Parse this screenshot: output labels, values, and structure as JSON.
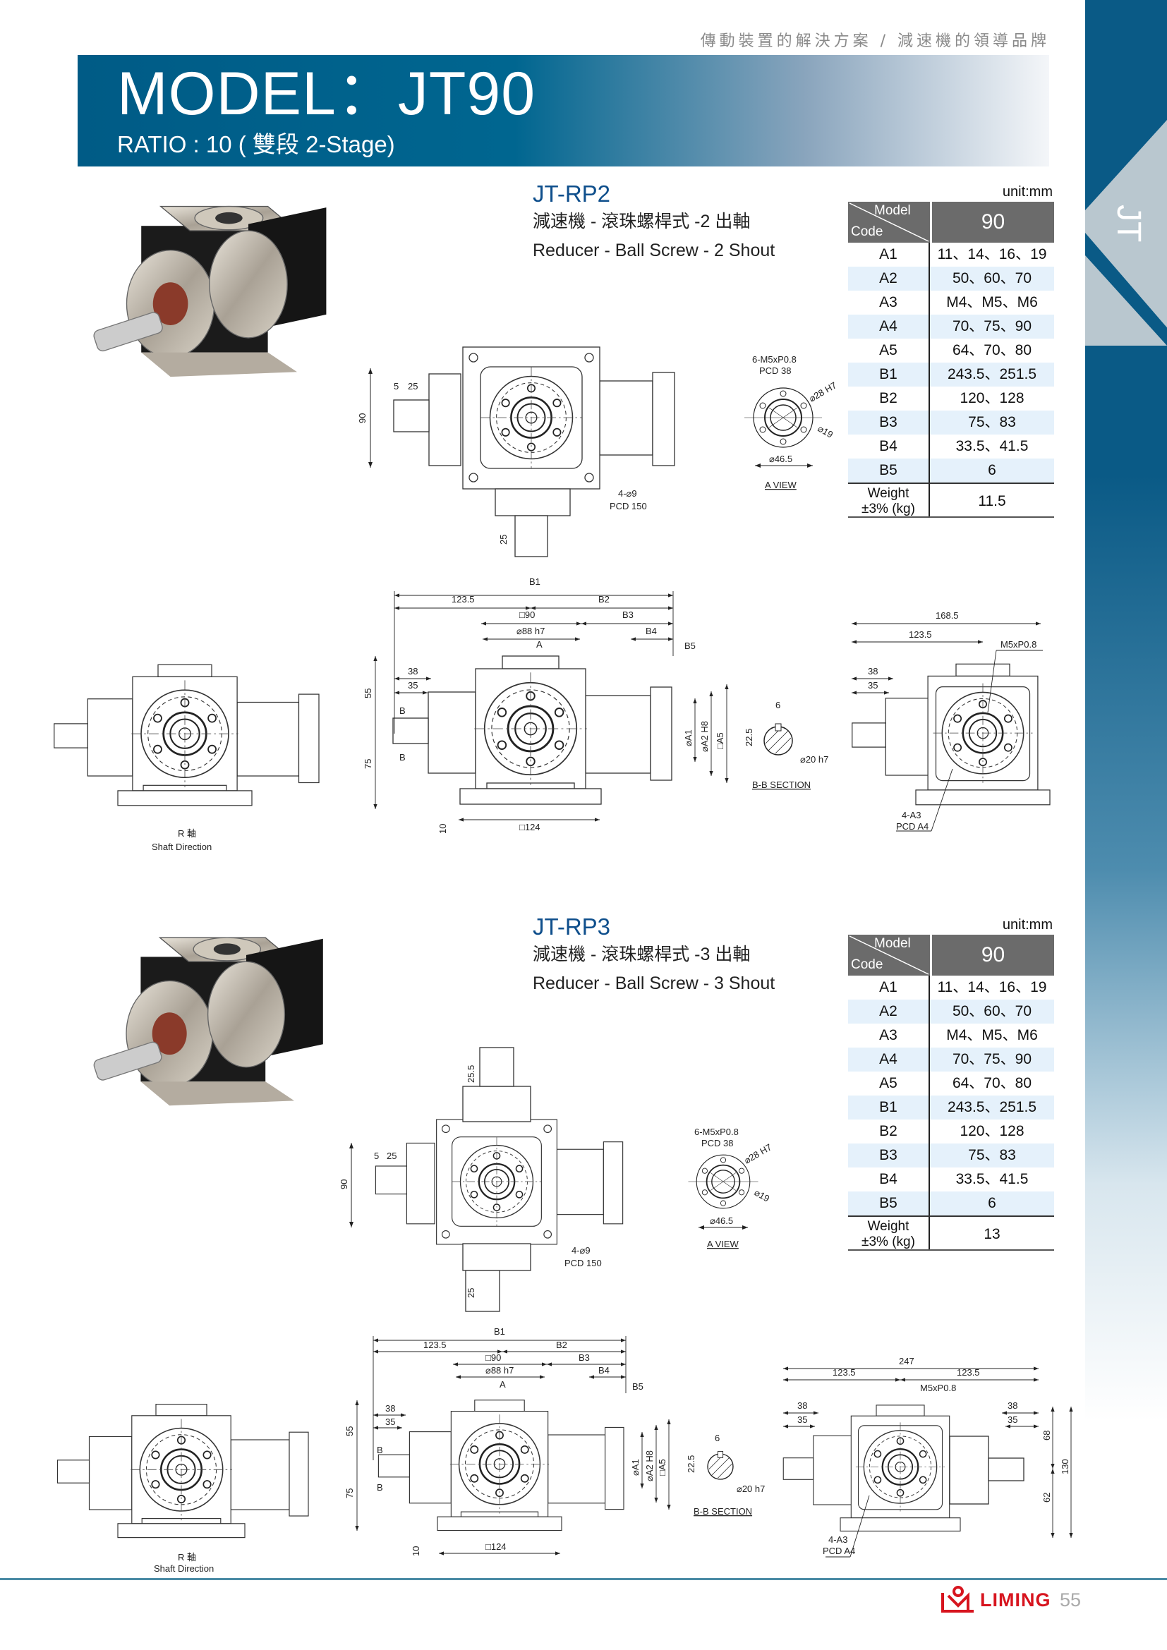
{
  "header": {
    "tagline": "傳動裝置的解決方案 / 減速機的領導品牌",
    "title": "MODEL：JT90",
    "ratio": "RATIO : 10 ( 雙段 2-Stage)"
  },
  "sidebar": {
    "label": "JT"
  },
  "sections": [
    {
      "code": "JT-RP2",
      "subtitle_zh": "減速機 - 滾珠螺桿式 -2 出軸",
      "subtitle_en": "Reducer - Ball Screw - 2 Shout",
      "unit": "unit:mm",
      "table": {
        "model_label": "Model",
        "code_label": "Code",
        "model": "90",
        "rows": [
          {
            "k": "A1",
            "v": "11、14、16、19"
          },
          {
            "k": "A2",
            "v": "50、60、70"
          },
          {
            "k": "A3",
            "v": "M4、M5、M6"
          },
          {
            "k": "A4",
            "v": "70、75、90"
          },
          {
            "k": "A5",
            "v": "64、70、80"
          },
          {
            "k": "B1",
            "v": "243.5、251.5"
          },
          {
            "k": "B2",
            "v": "120、128"
          },
          {
            "k": "B3",
            "v": "75、83"
          },
          {
            "k": "B4",
            "v": "33.5、41.5"
          },
          {
            "k": "B5",
            "v": "6"
          }
        ],
        "weight_label": "Weight",
        "weight_tol": "±3% (kg)",
        "weight": "11.5"
      },
      "top": {
        "key_w": "5",
        "key_l": "25",
        "height": "90",
        "bolt": "4-⌀9",
        "pcd": "PCD 150",
        "shaft_len": "25"
      },
      "aview": {
        "tap": "6-M5xP0.8",
        "pcd": "PCD 38",
        "bore": "⌀28 H7",
        "shaft": "⌀19",
        "outer": "⌀46.5",
        "title": "A VIEW"
      },
      "rshaft": {
        "axis": "R 軸",
        "dir": "Shaft Direction"
      },
      "side": {
        "b1": "B1",
        "d1235": "123.5",
        "b2": "B2",
        "sq90": "□90",
        "b3": "B3",
        "d88": "⌀88 h7",
        "b4": "B4",
        "b5": "B5",
        "a": "A",
        "d38": "38",
        "d35": "35",
        "d55": "55",
        "d75": "75",
        "d10": "10",
        "sq124": "□124",
        "a1": "⌀A1",
        "a2": "⌀A2 H8",
        "a5": "□A5",
        "bmark": "B"
      },
      "section": {
        "h": "22.5",
        "w": "6",
        "d": "⌀20 h7",
        "title": "B-B SECTION"
      },
      "right": {
        "total": "168.5",
        "d1235": "123.5",
        "tap": "M5xP0.8",
        "d38": "38",
        "d35": "35",
        "holes": "4-A3",
        "pcd": "PCD A4"
      }
    },
    {
      "code": "JT-RP3",
      "subtitle_zh": "減速機 - 滾珠螺桿式 -3 出軸",
      "subtitle_en": "Reducer - Ball Screw - 3 Shout",
      "unit": "unit:mm",
      "table": {
        "model_label": "Model",
        "code_label": "Code",
        "model": "90",
        "rows": [
          {
            "k": "A1",
            "v": "11、14、16、19"
          },
          {
            "k": "A2",
            "v": "50、60、70"
          },
          {
            "k": "A3",
            "v": "M4、M5、M6"
          },
          {
            "k": "A4",
            "v": "70、75、90"
          },
          {
            "k": "A5",
            "v": "64、70、80"
          },
          {
            "k": "B1",
            "v": "243.5、251.5"
          },
          {
            "k": "B2",
            "v": "120、128"
          },
          {
            "k": "B3",
            "v": "75、83"
          },
          {
            "k": "B4",
            "v": "33.5、41.5"
          },
          {
            "k": "B5",
            "v": "6"
          }
        ],
        "weight_label": "Weight",
        "weight_tol": "±3% (kg)",
        "weight": "13"
      },
      "top": {
        "top_len": "25.5",
        "key_w": "5",
        "key_l": "25",
        "height": "90",
        "bolt": "4-⌀9",
        "pcd": "PCD 150",
        "shaft_len": "25"
      },
      "aview": {
        "tap": "6-M5xP0.8",
        "pcd": "PCD 38",
        "bore": "⌀28 H7",
        "shaft": "⌀19",
        "outer": "⌀46.5",
        "title": "A VIEW"
      },
      "rshaft": {
        "axis": "R 軸",
        "dir": "Shaft Direction"
      },
      "side": {
        "b1": "B1",
        "d1235": "123.5",
        "b2": "B2",
        "sq90": "□90",
        "b3": "B3",
        "d88": "⌀88 h7",
        "b4": "B4",
        "b5": "B5",
        "a": "A",
        "d38": "38",
        "d35": "35",
        "d55": "55",
        "d75": "75",
        "d10": "10",
        "sq124": "□124",
        "a1": "⌀A1",
        "a2": "⌀A2 H8",
        "a5": "□A5",
        "bmark": "B"
      },
      "section": {
        "h": "22.5",
        "w": "6",
        "d": "⌀20 h7",
        "title": "B-B SECTION"
      },
      "right": {
        "total": "247",
        "d1235": "123.5",
        "tap": "M5xP0.8",
        "d38": "38",
        "d35": "35",
        "h_top": "68",
        "h_total": "130",
        "h_bot": "62",
        "holes": "4-A3",
        "pcd": "PCD A4"
      }
    }
  ],
  "footer": {
    "brand": "LIMING",
    "page": "55"
  },
  "colors": {
    "brand_blue": "#0a5a86",
    "brand_red": "#d7141e",
    "title_blue": "#0f4f8c"
  }
}
